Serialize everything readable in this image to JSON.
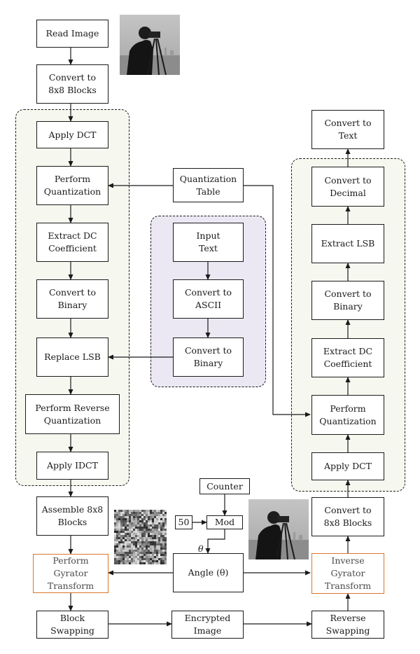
{
  "nodes": {
    "read_image": "Read Image",
    "convert_blocks_top": "Convert to\n8x8 Blocks",
    "apply_dct_left": "Apply DCT",
    "perform_quant_left": "Perform\nQuantization",
    "extract_dc_left": "Extract DC\nCoefficient",
    "convert_binary_left": "Convert to\nBinary",
    "replace_lsb": "Replace LSB",
    "reverse_quant": "Perform Reverse\nQuantization",
    "apply_idct": "Apply IDCT",
    "assemble_blocks": "Assemble 8x8\nBlocks",
    "gyrator": "Perform\nGyrator\nTransform",
    "block_swapping": "Block\nSwapping",
    "quant_table": "Quantization\nTable",
    "input_text": "Input\nText",
    "convert_ascii": "Convert to\nASCII",
    "convert_binary_mid": "Convert to\nBinary",
    "counter": "Counter",
    "fifty": "50",
    "mod": "Mod",
    "theta": "θ",
    "angle": "Angle (θ)",
    "encrypted_image": "Encrypted\nImage",
    "convert_text": "Convert to\nText",
    "convert_decimal": "Convert to\nDecimal",
    "extract_lsb": "Extract LSB",
    "convert_binary_right": "Convert to\nBinary",
    "extract_dc_right": "Extract DC\nCoefficient",
    "perform_quant_right": "Perform\nQuantization",
    "apply_dct_right": "Apply DCT",
    "convert_blocks_right": "Convert to\n8x8 Blocks",
    "inverse_gyrator": "Inverse\nGyrator\nTransform",
    "reverse_swapping": "Reverse\nSwapping"
  },
  "colors": {
    "stroke": "#1a1a1a",
    "gyrator_border": "#d9762e",
    "left_region_fill": "#f6f8f0",
    "middle_region_fill": "#ebe8f3",
    "right_region_fill": "#f6f8f0"
  },
  "images": {
    "top_photo": "cameraman-photo",
    "noise_photo": "encrypted-noise-image",
    "bottom_photo": "cameraman-photo"
  }
}
